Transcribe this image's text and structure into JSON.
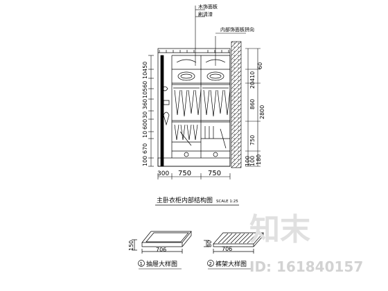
{
  "annotations": {
    "top_note_1": "木饰面板",
    "top_note_2": "刷清漆",
    "right_note": "内部饰面板拼向"
  },
  "elevation": {
    "left_dims": [
      "100",
      "670",
      "10",
      "600",
      "30",
      "360",
      "10",
      "560",
      "10",
      "450"
    ],
    "right_outer_total": "2800",
    "right_dims": [
      "100",
      "750",
      "860",
      "410",
      "20",
      "60",
      "100",
      "180"
    ],
    "bottom_dims": [
      "300",
      "750",
      "750"
    ]
  },
  "main_title": "主卧衣柜内部结构图",
  "main_scale": "SCALE 1:25",
  "drawer_1": {
    "height": "150",
    "width": "706",
    "caption_num": "1",
    "caption": "抽屉大样图"
  },
  "drawer_2": {
    "height": "80",
    "width": "706",
    "caption_num": "2",
    "caption": "裤架大样图"
  },
  "watermark": {
    "text": "知末",
    "id_label": "ID: 161840157"
  }
}
